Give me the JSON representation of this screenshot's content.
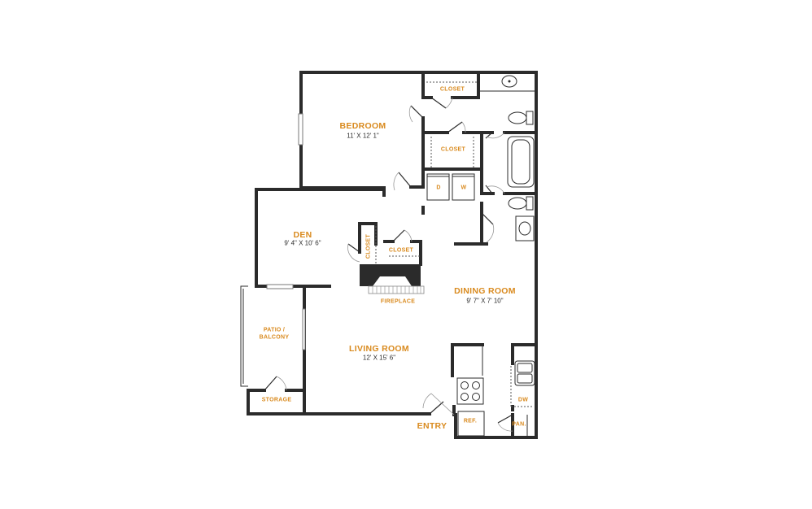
{
  "title": "Apartment Floor Plan",
  "colors": {
    "label": "#d98a1e",
    "wall": "#2b2b2b",
    "dimension": "#2b2b2b"
  },
  "rooms": {
    "bedroom": {
      "name": "BEDROOM",
      "dimensions": "11'  X 12' 1\""
    },
    "den": {
      "name": "DEN",
      "dimensions": "9' 4\" X 10' 6\""
    },
    "dining_room": {
      "name": "DINING ROOM",
      "dimensions": "9' 7\" X 7' 10\""
    },
    "living_room": {
      "name": "LIVING ROOM",
      "dimensions": "12' X 15' 6\""
    }
  },
  "labels": {
    "closet_top": "CLOSET",
    "closet_middle": "CLOSET",
    "closet_den_vertical": "CLOSET",
    "closet_fireplace": "CLOSET",
    "dryer": "D",
    "washer": "W",
    "fireplace": "FIREPLACE",
    "patio": "PATIO /",
    "balcony": "BALCONY",
    "storage": "STORAGE",
    "entry": "ENTRY",
    "refrigerator": "REF.",
    "pantry": "PAN.",
    "dishwasher": "DW"
  }
}
